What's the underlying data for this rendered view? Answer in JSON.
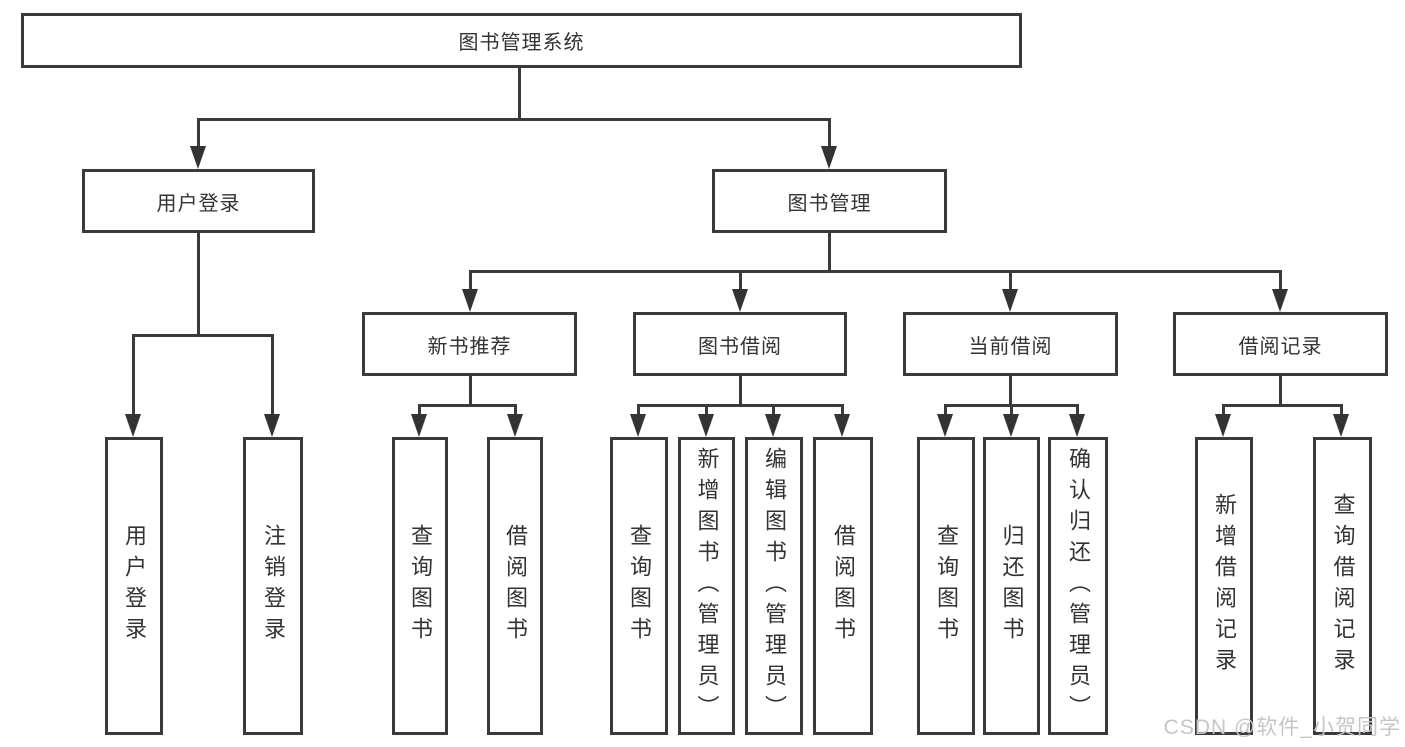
{
  "diagram": {
    "title": "图书管理系统",
    "root": {
      "label": "图书管理系统"
    },
    "branches": [
      {
        "label": "用户登录",
        "children": [
          {
            "label": "用户登录"
          },
          {
            "label": "注销登录"
          }
        ]
      },
      {
        "label": "图书管理",
        "children": [
          {
            "label": "新书推荐",
            "children": [
              {
                "label": "查询图书"
              },
              {
                "label": "借阅图书"
              }
            ]
          },
          {
            "label": "图书借阅",
            "children": [
              {
                "label": "查询图书"
              },
              {
                "label": "新增图书（管理员）"
              },
              {
                "label": "编辑图书（管理员）"
              },
              {
                "label": "借阅图书"
              }
            ]
          },
          {
            "label": "当前借阅",
            "children": [
              {
                "label": "查询图书"
              },
              {
                "label": "归还图书"
              },
              {
                "label": "确认归还（管理员）"
              }
            ]
          },
          {
            "label": "借阅记录",
            "children": [
              {
                "label": "新增借阅记录"
              },
              {
                "label": "查询借阅记录"
              }
            ]
          }
        ]
      }
    ]
  },
  "watermark": {
    "text": "CSDN @软件_小贺同学"
  },
  "colors": {
    "line": "#3a3a3a",
    "box_border": "#3a3a3a",
    "text": "#333333",
    "watermark": "#c6c6c6",
    "background": "#ffffff"
  }
}
